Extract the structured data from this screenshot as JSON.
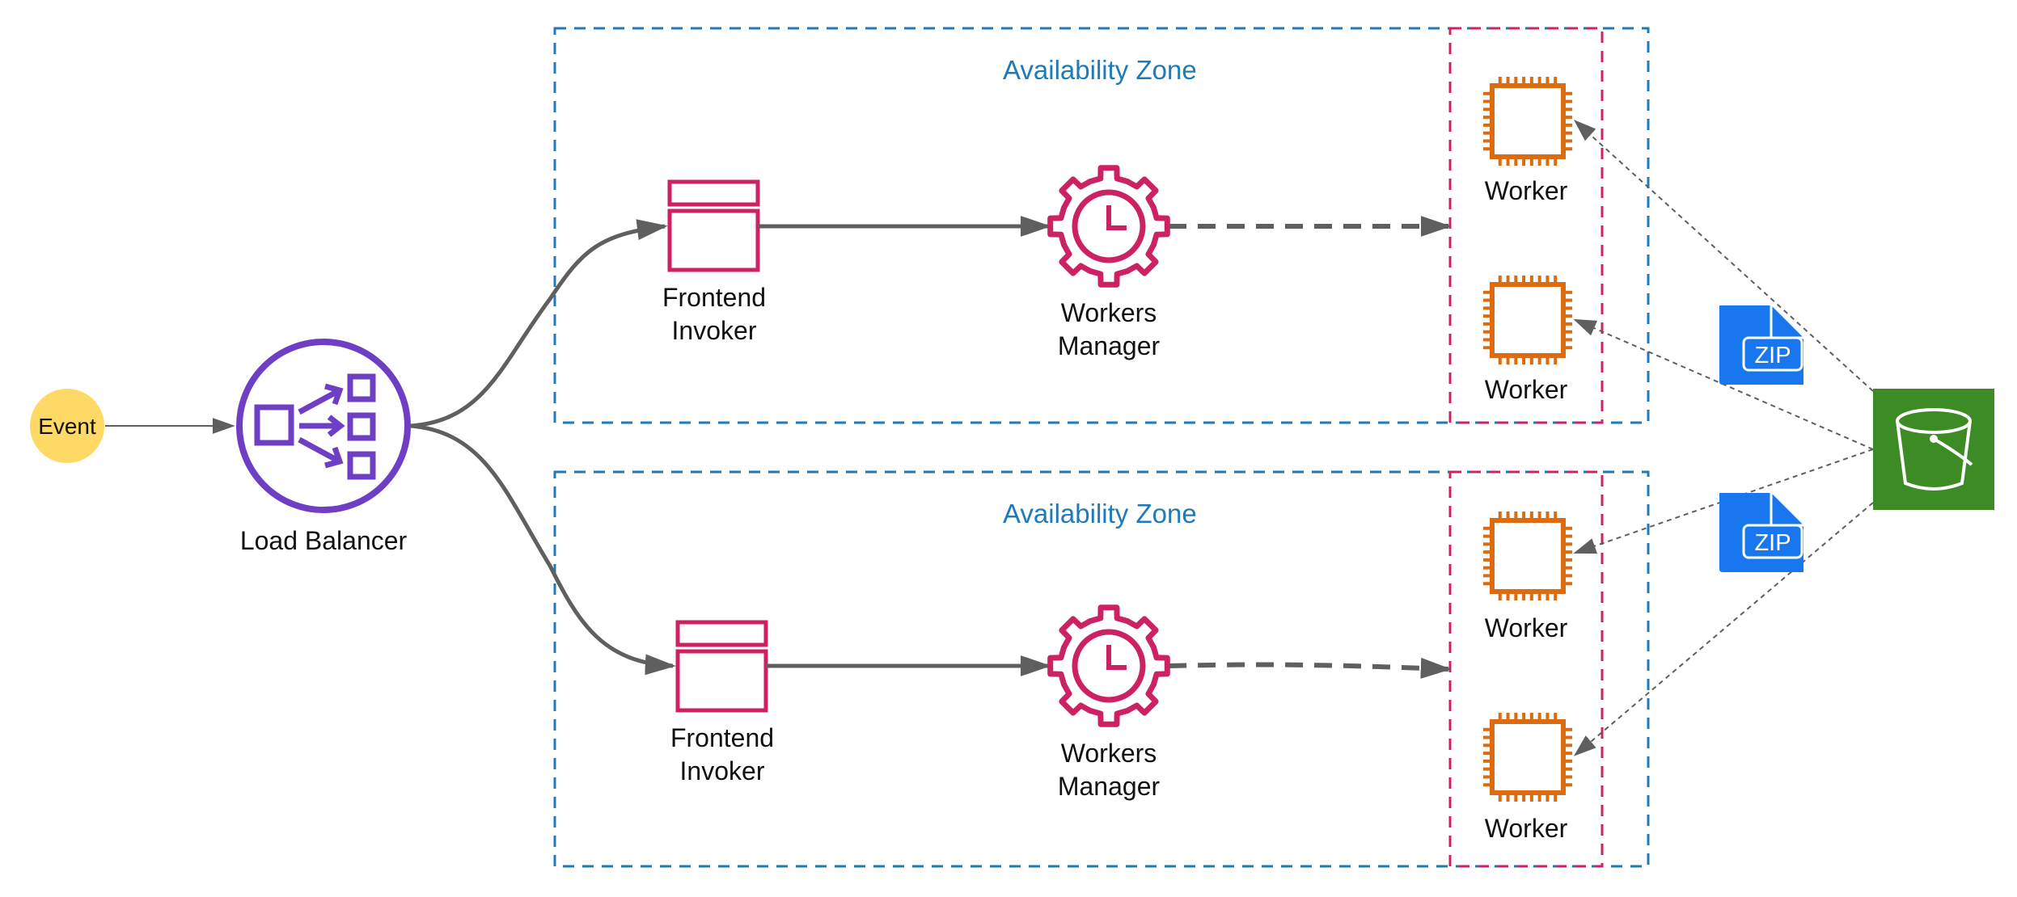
{
  "colors": {
    "zone_border": "#1f7ab8",
    "zone_title": "#1f7ab8",
    "worker_group_border": "#cc2264",
    "load_balancer": "#6e3fc4",
    "frontend_invoker": "#cc2264",
    "workers_manager": "#cc2264",
    "worker_chip": "#dd6b10",
    "event_fill": "#ffd966",
    "bucket_bg": "#3d8b25",
    "zip_file": "#1877ee",
    "arrow": "#5f5f5f"
  },
  "event": {
    "label": "Event"
  },
  "load_balancer": {
    "label": "Load Balancer",
    "icon": "load-balancer-icon"
  },
  "zones": [
    {
      "title": "Availability Zone",
      "frontend": {
        "line1": "Frontend",
        "line2": "Invoker"
      },
      "manager": {
        "line1": "Workers",
        "line2": "Manager"
      },
      "workers": [
        {
          "label": "Worker"
        },
        {
          "label": "Worker"
        }
      ]
    },
    {
      "title": "Availability Zone",
      "frontend": {
        "line1": "Frontend",
        "line2": "Invoker"
      },
      "manager": {
        "line1": "Workers",
        "line2": "Manager"
      },
      "workers": [
        {
          "label": "Worker"
        },
        {
          "label": "Worker"
        }
      ]
    }
  ],
  "zip_files": [
    {
      "text": "ZIP"
    },
    {
      "text": "ZIP"
    }
  ],
  "bucket": {
    "icon": "s3-bucket-icon"
  }
}
